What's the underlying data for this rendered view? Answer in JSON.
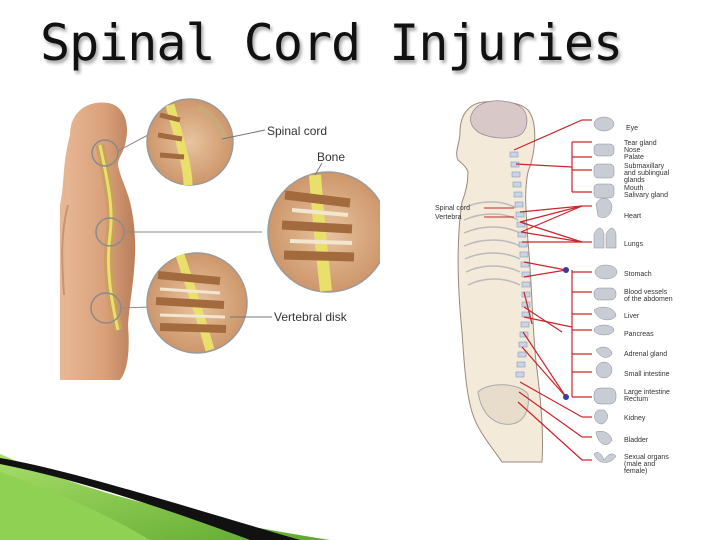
{
  "slide": {
    "title": "Spinal Cord Injuries"
  },
  "left_figure": {
    "labels": {
      "spinal_cord": "Spinal cord",
      "bone": "Bone",
      "vertebral_disk": "Vertebral disk"
    }
  },
  "right_figure": {
    "spine_labels": {
      "spinal_cord": "Spinal cord",
      "vertebra": "Vertebra"
    },
    "organs": [
      "Eye",
      "Tear gland",
      "Nose",
      "Palate",
      "Submaxillary",
      "and sublingual",
      "glands",
      "Mouth",
      "Salivary gland",
      "Heart",
      "Lungs",
      "Stomach",
      "Blood vessels",
      "of the abdomen",
      "Liver",
      "Pancreas",
      "Adrenal gland",
      "Small intestine",
      "Large intestine",
      "Rectum",
      "Kidney",
      "Bladder",
      "Sexual organs",
      "(male and",
      "female)"
    ]
  },
  "colors": {
    "nerve_red": "#c9252b",
    "cord_yellow": "#e8e06a",
    "skin": "#d9a07a",
    "accent_green": "#7fc540"
  }
}
